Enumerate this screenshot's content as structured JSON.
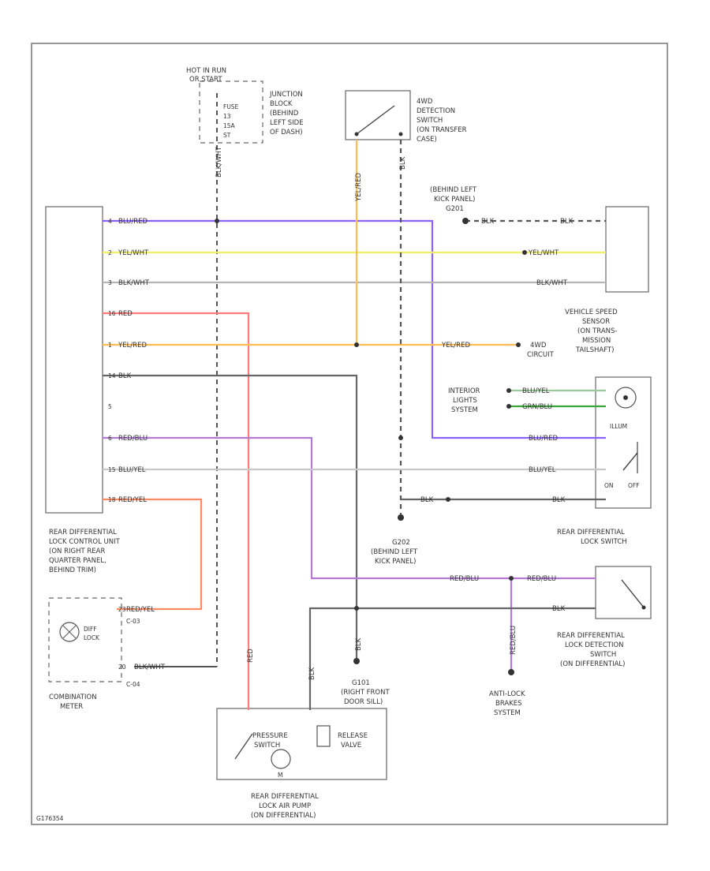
{
  "colors": {
    "blu_red": "#8a63ff",
    "yel_wht": "#f2f27a",
    "blk_wht": "#b5b5b5",
    "red": "#ff7a7a",
    "yel_red": "#ffbb55",
    "blk": "#666666",
    "red_blu": "#b27ad6",
    "blu_yel": "#c8c8c8",
    "red_yel": "#ff8a60",
    "grn": "#3aa53a"
  },
  "labels": {
    "hot_in_run": "HOT IN RUN",
    "hot_in_run2": "OR START",
    "fuse1": "FUSE",
    "fuse2": "13",
    "fuse3": "15A",
    "fuse4": "ST",
    "jb1": "JUNCTION",
    "jb2": "BLOCK",
    "jb3": "(BEHIND",
    "jb4": "LEFT SIDE",
    "jb5": "OF DASH)",
    "fd1": "4WD",
    "fd2": "DETECTION",
    "fd3": "SWITCH",
    "fd4": "(ON TRANSFER",
    "fd5": "CASE)",
    "g201_1": "(BEHIND LEFT",
    "g201_2": "KICK PANEL)",
    "g201_3": "G201",
    "vss1": "VEHICLE SPEED",
    "vss2": "SENSOR",
    "vss3": "(ON TRANS-",
    "vss4": "MISSION",
    "vss5": "TAILSHAFT)",
    "fwd_c1": "4WD",
    "fwd_c2": "CIRCUIT",
    "int1": "INTERIOR",
    "int2": "LIGHTS",
    "int3": "SYSTEM",
    "illum": "ILLUM",
    "on": "ON",
    "off": "OFF",
    "rdls1": "REAR DIFFERENTIAL",
    "rdls2": "LOCK SWITCH",
    "cu1": "REAR DIFFERENTIAL",
    "cu2": "LOCK CONTROL UNIT",
    "cu3": "(ON RIGHT REAR",
    "cu4": "QUARTER PANEL,",
    "cu5": "BEHIND TRIM)",
    "g202_1": "G202",
    "g202_2": "(BEHIND LEFT",
    "g202_3": "KICK PANEL)",
    "rdld1": "REAR DIFFERENTIAL",
    "rdld2": "LOCK DETECTION",
    "rdld3": "SWITCH",
    "rdld4": "(ON DIFFERENTIAL)",
    "diff_lock": "DIFF",
    "diff_lock2": "LOCK",
    "c03": "C-03",
    "c04": "C-04",
    "cm1": "COMBINATION",
    "cm2": "METER",
    "g101_1": "G101",
    "g101_2": "(RIGHT FRONT",
    "g101_3": "DOOR SILL)",
    "abs1": "ANTI-LOCK",
    "abs2": "BRAKES",
    "abs3": "SYSTEM",
    "pressure1": "PRESSURE",
    "pressure2": "SWITCH",
    "release1": "RELEASE",
    "release2": "VALVE",
    "m": "M",
    "pump1": "REAR DIFFERENTIAL",
    "pump2": "LOCK AIR PUMP",
    "pump3": "(ON DIFFERENTIAL)",
    "code": "G176354"
  },
  "wires": {
    "blu_red": "BLU/RED",
    "yel_wht": "YEL/WHT",
    "blk_wht": "BLK/WHT",
    "red": "RED",
    "yel_red": "YEL/RED",
    "blk": "BLK",
    "red_blu": "RED/BLU",
    "blu_yel": "BLU/YEL",
    "red_yel": "RED/YEL",
    "blu_yel2": "BLU/YEL",
    "grn_blu": "GRN/BLU"
  },
  "pins": {
    "p4": "4",
    "p2": "2",
    "p3": "3",
    "p16": "16",
    "p1": "1",
    "p14": "14",
    "p5": "5",
    "p6": "6",
    "p15": "15",
    "p18": "18",
    "p23": "23",
    "p20": "20"
  }
}
